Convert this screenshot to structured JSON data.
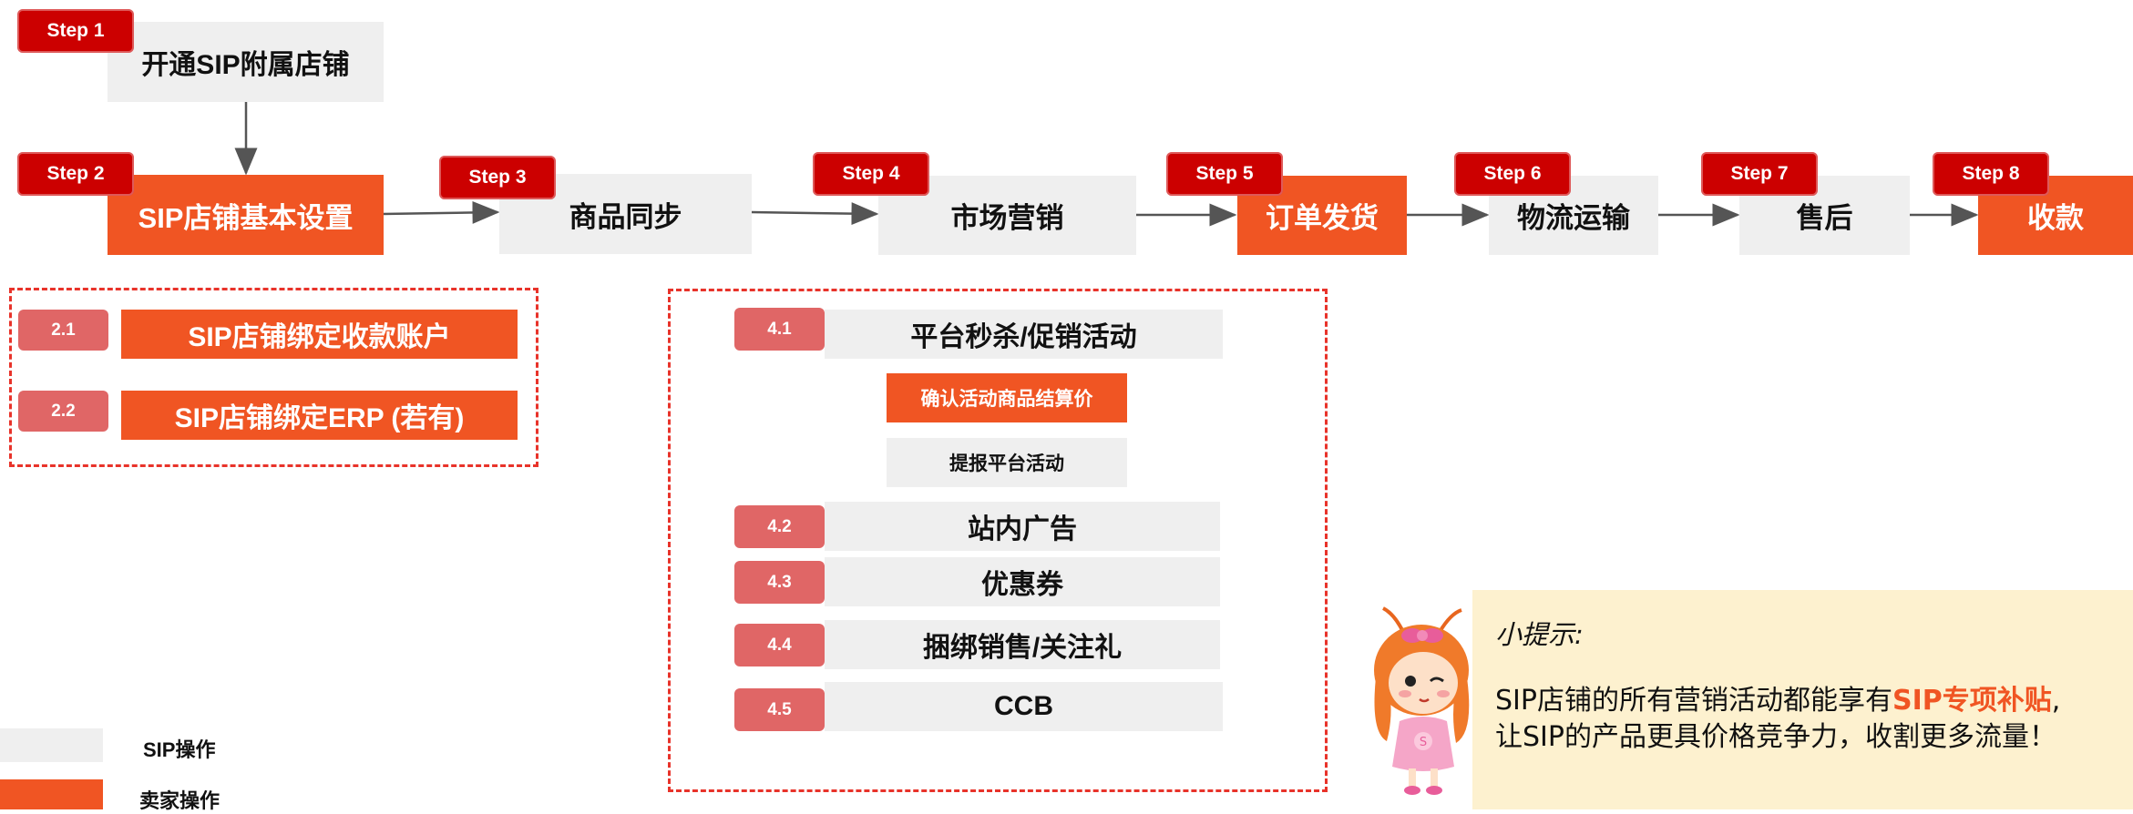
{
  "steps": [
    {
      "badge": "Step 1",
      "label": "开通SIP附属店铺",
      "type": "sip"
    },
    {
      "badge": "Step 2",
      "label": "SIP店铺基本设置",
      "type": "seller"
    },
    {
      "badge": "Step 3",
      "label": "商品同步",
      "type": "sip"
    },
    {
      "badge": "Step 4",
      "label": "市场营销",
      "type": "sip"
    },
    {
      "badge": "Step 5",
      "label": "订单发货",
      "type": "seller"
    },
    {
      "badge": "Step 6",
      "label": "物流运输",
      "type": "sip"
    },
    {
      "badge": "Step 7",
      "label": "售后",
      "type": "sip"
    },
    {
      "badge": "Step 8",
      "label": "收款",
      "type": "seller"
    }
  ],
  "step2_details": [
    {
      "num": "2.1",
      "label": "SIP店铺绑定收款账户"
    },
    {
      "num": "2.2",
      "label": "SIP店铺绑定ERP (若有)"
    }
  ],
  "step4_details": {
    "item_41": {
      "num": "4.1",
      "label": "平台秒杀/促销活动"
    },
    "sub_confirm": "确认活动商品结算价",
    "sub_report": "提报平台活动",
    "item_42": {
      "num": "4.2",
      "label": "站内广告"
    },
    "item_43": {
      "num": "4.3",
      "label": "优惠券"
    },
    "item_44": {
      "num": "4.4",
      "label": "捆绑销售/关注礼"
    },
    "item_45": {
      "num": "4.5",
      "label": "CCB"
    }
  },
  "legend": {
    "sip": "SIP操作",
    "seller": "卖家操作"
  },
  "tip": {
    "title": "小提示:",
    "line1_before": "SIP店铺的所有营销活动都能享有",
    "line1_highlight": "SIP专项补贴",
    "line1_after": ",",
    "line2": "让SIP的产品更具价格竞争力，收割更多流量！"
  },
  "mascot": {
    "icon": "mascot-girl-icon",
    "badge_letter": "S"
  },
  "colors": {
    "sip_gray": "#efefef",
    "seller_orange": "#f05523",
    "step_badge_red": "#cc0000",
    "sub_badge_pink": "#e06666",
    "dashed_red": "#e8332a",
    "tip_bg": "#fdf1cf"
  }
}
